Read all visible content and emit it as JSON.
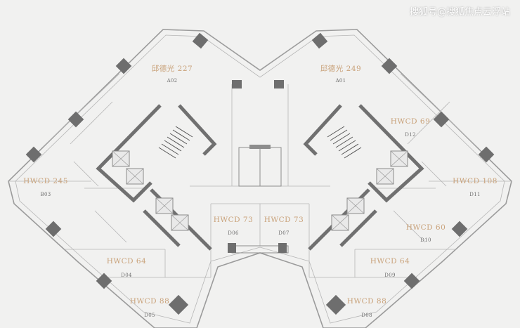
{
  "watermark": "搜狐号@搜狐焦点云浮站",
  "units": [
    {
      "id": "a02",
      "name": "邱德光 227",
      "code": "A02"
    },
    {
      "id": "a01",
      "name": "邱德光 249",
      "code": "A01"
    },
    {
      "id": "d12",
      "name": "HWCD 69",
      "code": "D12"
    },
    {
      "id": "b03",
      "name": "HWCD 245",
      "code": "B03"
    },
    {
      "id": "d11",
      "name": "HWCD 108",
      "code": "D11"
    },
    {
      "id": "d06",
      "name": "HWCD 73",
      "code": "D06"
    },
    {
      "id": "d07",
      "name": "HWCD 73",
      "code": "D07"
    },
    {
      "id": "d10",
      "name": "HWCD 60",
      "code": "D10"
    },
    {
      "id": "d04",
      "name": "HWCD 64",
      "code": "D04"
    },
    {
      "id": "d09",
      "name": "HWCD 64",
      "code": "D09"
    },
    {
      "id": "d05",
      "name": "HWCD 88",
      "code": "D05"
    },
    {
      "id": "d08",
      "name": "HWCD 88",
      "code": "D08"
    }
  ]
}
